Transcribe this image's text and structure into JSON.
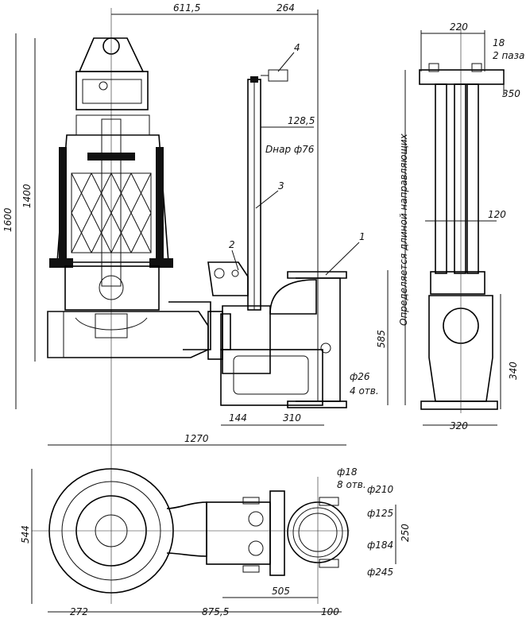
{
  "dimensions": {
    "top": {
      "d611_5": "611,5",
      "d264": "264",
      "d220": "220",
      "d18": "18",
      "slots": "2 паза",
      "d350": "350"
    },
    "heights": {
      "d1600": "1600",
      "d1400": "1400",
      "d585": "585",
      "d340": "340"
    },
    "guide_note": "Определяется длиной направляющих",
    "middle": {
      "d128_5": "128,5",
      "pipe": "Dнар ф76",
      "d120": "120",
      "hole26": "ф26",
      "holes4": "4 отв.",
      "d144": "144",
      "d310": "310",
      "d320": "320",
      "d1270": "1270"
    },
    "plan": {
      "d18": "ф18",
      "holes8": "8 отв.",
      "d210": "ф210",
      "d125": "ф125",
      "d184": "ф184",
      "d245": "ф245",
      "d544": "544",
      "d250": "250",
      "d505": "505",
      "d272": "272",
      "d875_5": "875,5",
      "d100": "100"
    }
  },
  "callouts": [
    "1",
    "2",
    "3",
    "4"
  ]
}
